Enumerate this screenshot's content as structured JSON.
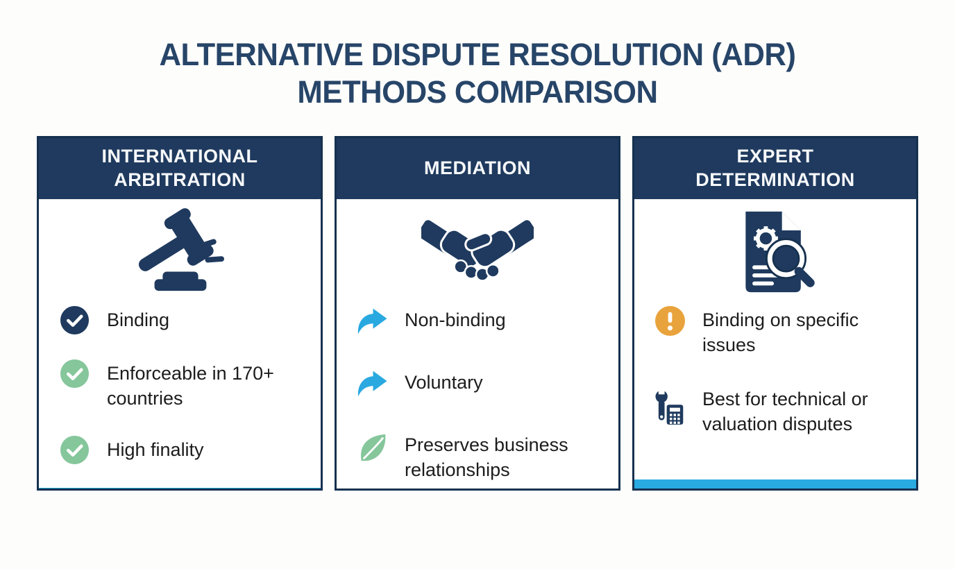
{
  "title": {
    "line1": "ALTERNATIVE DISPUTE RESOLUTION (ADR)",
    "line2": "METHODS COMPARISON"
  },
  "columns": [
    {
      "title": "INTERNATIONAL ARBITRATION",
      "icon": "gavel-icon",
      "items": [
        {
          "icon": "check-circle-navy-icon",
          "text": "Binding"
        },
        {
          "icon": "check-circle-green-icon",
          "text": "Enforceable in 170+ countries"
        },
        {
          "icon": "check-circle-green-icon",
          "text": "High finality"
        }
      ]
    },
    {
      "title": "MEDIATION",
      "icon": "handshake-icon",
      "items": [
        {
          "icon": "share-arrow-icon",
          "text": "Non-binding"
        },
        {
          "icon": "share-arrow-icon",
          "text": "Voluntary"
        },
        {
          "icon": "leaf-icon",
          "text": "Preserves business relationships"
        }
      ]
    },
    {
      "title": "EXPERT DETERMINATION",
      "icon": "document-gear-magnifier-icon",
      "items": [
        {
          "icon": "exclamation-circle-icon",
          "text": "Binding on specific issues"
        },
        {
          "icon": "wrench-calculator-icon",
          "text": "Best for technical or valuation disputes"
        }
      ]
    }
  ],
  "colors": {
    "navy": "#1f3a5e",
    "border_navy": "#16314f",
    "title_navy": "#274568",
    "accent_blue": "#29abe2",
    "green": "#85c69b",
    "orange": "#e9a33c",
    "text": "#1c1c1c"
  }
}
